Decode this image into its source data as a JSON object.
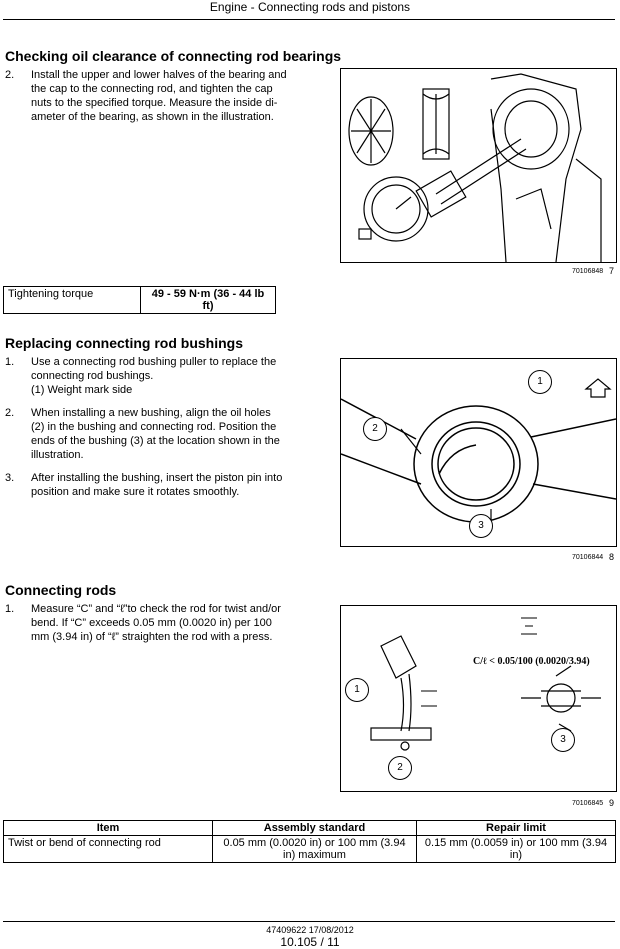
{
  "header": {
    "title": "Engine - Connecting rods and pistons"
  },
  "section1": {
    "heading": "Checking oil clearance of connecting rod bearings",
    "step_num": "2.",
    "step_lines": [
      "Install the upper and lower halves of the bearing and",
      "the cap to the connecting rod, and tighten the cap",
      "nuts to the specified torque. Measure the inside di-",
      "ameter of the bearing, as shown in the illustration."
    ],
    "fig_code": "70106848",
    "fig_num": "7",
    "torque_label": "Tightening torque",
    "torque_value_line1": "49 - 59 N·m (36 - 44 lb",
    "torque_value_line2": "ft)"
  },
  "section2": {
    "heading": "Replacing connecting rod bushings",
    "steps": [
      {
        "num": "1.",
        "lines": [
          "Use a connecting rod bushing puller to replace the",
          "connecting rod bushings.",
          "(1) Weight mark side"
        ]
      },
      {
        "num": "2.",
        "lines": [
          "When installing a new bushing, align the oil holes",
          "(2) in the bushing and connecting rod. Position the",
          "ends of the bushing (3) at the location shown in the",
          "illustration."
        ]
      },
      {
        "num": "3.",
        "lines": [
          "After installing the bushing, insert the piston pin into",
          "position and make sure it rotates smoothly."
        ]
      }
    ],
    "callouts": [
      "1",
      "2",
      "3"
    ],
    "fig_code": "70106844",
    "fig_num": "8"
  },
  "section3": {
    "heading": "Connecting rods",
    "step_num": "1.",
    "step_lines": [
      "Measure “C” and “ℓ”to check the rod for twist and/or",
      "bend.  If “C” exceeds 0.05 mm (0.0020 in) per 100",
      "mm (3.94 in) of “ℓ” straighten the rod with a press."
    ],
    "fig_formula": "C/ℓ < 0.05/100 (0.0020/3.94)",
    "callouts": [
      "1",
      "2",
      "3"
    ],
    "fig_code": "70106845",
    "fig_num": "9",
    "table": {
      "headers": [
        "Item",
        "Assembly standard",
        "Repair limit"
      ],
      "row": [
        "Twist or bend of connecting rod",
        "0.05 mm (0.0020 in) or 100 mm (3.94 in) maximum",
        "0.15 mm (0.0059 in) or 100 mm (3.94 in)"
      ]
    }
  },
  "footer": {
    "doc": "47409622 17/08/2012",
    "page": "10.105 / 11"
  }
}
